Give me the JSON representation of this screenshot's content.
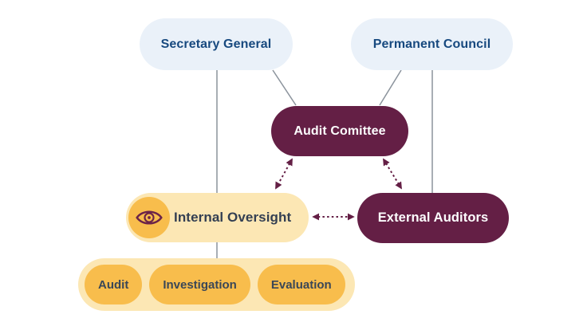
{
  "diagram": {
    "nodes": {
      "secretary_general": {
        "label": "Secretary General"
      },
      "permanent_council": {
        "label": "Permanent Council"
      },
      "audit_committee": {
        "label": "Audit Comittee"
      },
      "internal_oversight": {
        "label": "Internal Oversight",
        "icon": "eye-icon"
      },
      "external_auditors": {
        "label": "External Auditors"
      },
      "oversight_functions": [
        {
          "label": "Audit"
        },
        {
          "label": "Investigation"
        },
        {
          "label": "Evaluation"
        }
      ]
    },
    "edges": {
      "solid": [
        {
          "from": "secretary_general",
          "to": "internal_oversight"
        },
        {
          "from": "secretary_general",
          "to": "audit_committee"
        },
        {
          "from": "permanent_council",
          "to": "audit_committee"
        },
        {
          "from": "permanent_council",
          "to": "external_auditors"
        },
        {
          "from": "internal_oversight",
          "to": "oversight_functions"
        }
      ],
      "dashed_bidirectional": [
        {
          "a": "audit_committee",
          "b": "internal_oversight"
        },
        {
          "a": "audit_committee",
          "b": "external_auditors"
        },
        {
          "a": "internal_oversight",
          "b": "external_auditors"
        }
      ]
    },
    "colors": {
      "maroon": "#641f45",
      "cream": "#fce7b4",
      "orange": "#f8bd4c",
      "light_blue": "#eaf1f9",
      "navy_text": "#17497f",
      "slate_text": "#333f52",
      "line_gray": "#8b939c",
      "background": "#ffffff"
    }
  }
}
